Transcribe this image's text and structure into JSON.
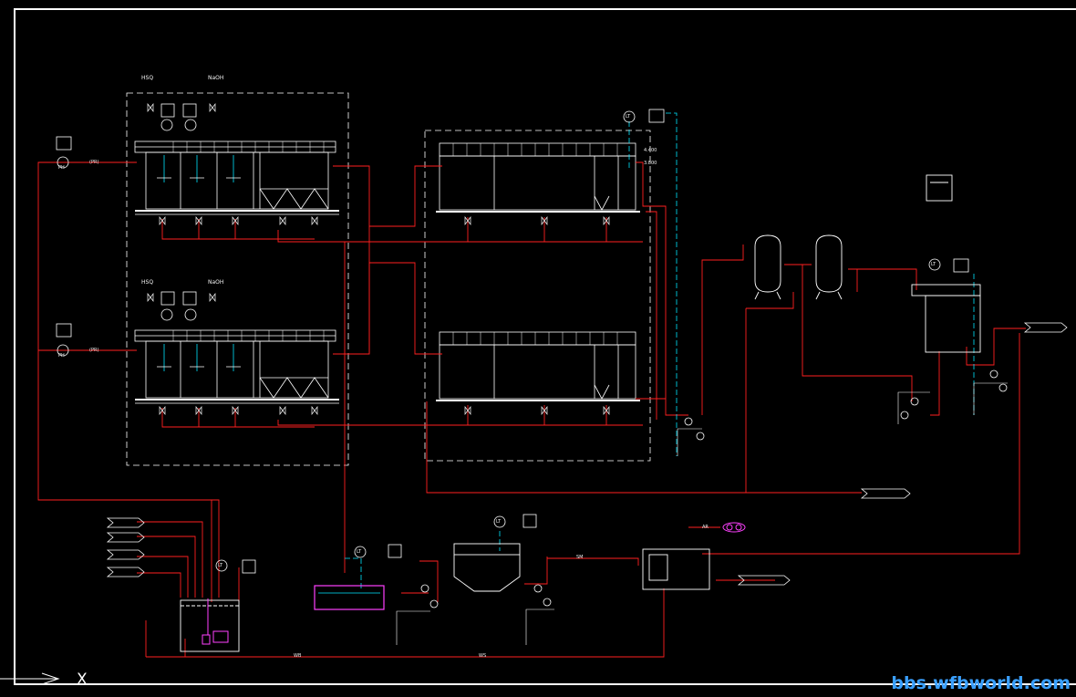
{
  "drawing": {
    "frame_color": "#ffffff",
    "pipe_colors": {
      "main": "#ff2020",
      "signal": "#00e5ff",
      "equipment": "#ffffff",
      "instrument": "#ff00ff"
    }
  },
  "chemicals": {
    "acid_top": "HSQ",
    "base_top": "NaOH",
    "acid_mid": "HSQ",
    "base_mid": "NaOH"
  },
  "pipe_tags": {
    "feed_top": "(PR)",
    "feed_mid": "(PR)",
    "return_left": "WB",
    "return_mid": "WS",
    "sludge": "SM",
    "air": "AR"
  },
  "instrument_tags": {
    "ph_left_a": "PH",
    "ph_left_b": "PH",
    "lt_a": "LT",
    "lt_b": "LT",
    "lt_c": "LT",
    "lt_d": "LT",
    "lt_e": "LT"
  },
  "misc": {
    "level_top": "4.400",
    "level_bot": "3.800",
    "axis_x": "X"
  },
  "watermark": "bbs.wfbworld.com"
}
